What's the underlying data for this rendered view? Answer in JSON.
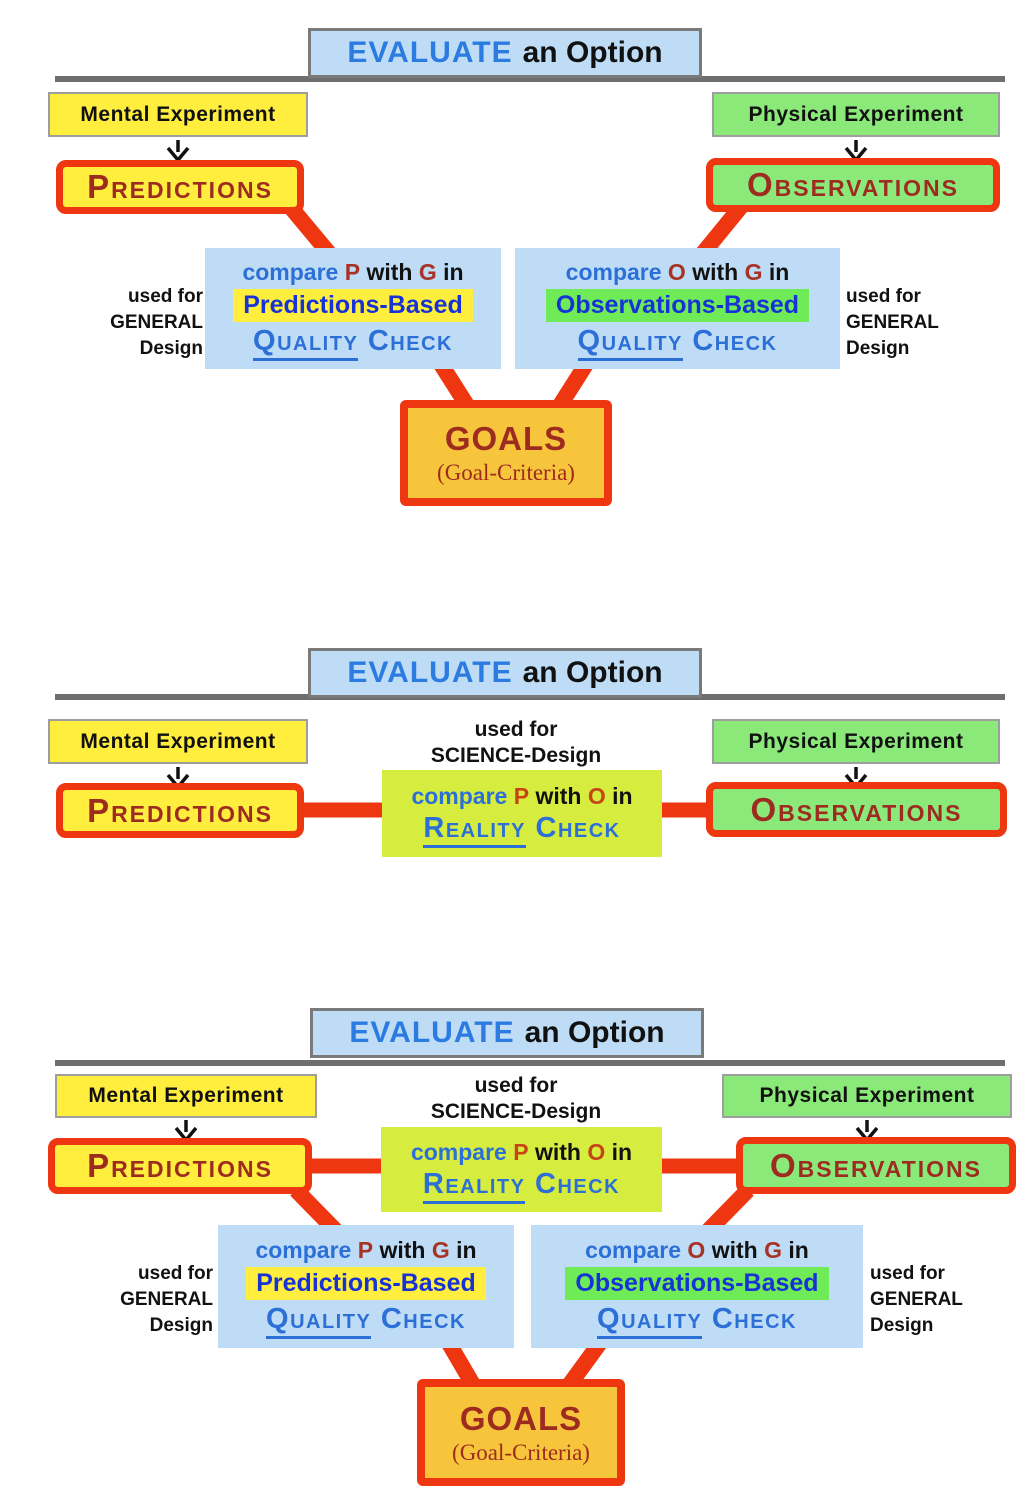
{
  "colors": {
    "yellow": "#ffee3e",
    "green": "#8be97a",
    "bright_green": "#6feb58",
    "light_blue": "#bedcf6",
    "lime": "#d6ec3e",
    "orange": "#f6c53c",
    "red": "#ee3611",
    "dark_red": "#9e2b20",
    "letter_red": "#a83226",
    "letter_orange": "#c64512",
    "blue": "#2c6fd6",
    "royal_blue": "#1733d6",
    "eval_blue": "#2b7be0",
    "black": "#111111",
    "gray_line": "#6e6e6e",
    "box_border_gray": "#9e9e9e"
  },
  "panel1": {
    "title": {
      "evaluate": "EVALUATE",
      "rest": "an Option"
    },
    "mental": "Mental Experiment",
    "physical": "Physical Experiment",
    "predictions": "Predictions",
    "observations": "Observations",
    "left_check": {
      "compare": "compare",
      "p": "P",
      "with": "with",
      "g": "G",
      "in": "in",
      "based": "Predictions-Based",
      "quality": "Quality",
      "check": "Check"
    },
    "right_check": {
      "compare": "compare",
      "o": "O",
      "with": "with",
      "g": "G",
      "in": "in",
      "based": "Observations-Based",
      "quality": "Quality",
      "check": "Check"
    },
    "used_left": {
      "l1": "used for",
      "l2": "GENERAL",
      "l3": "Design"
    },
    "used_right": {
      "l1": "used for",
      "l2": "GENERAL",
      "l3": "Design"
    },
    "goals": {
      "label": "GOALS",
      "sub": "(Goal-Criteria)"
    }
  },
  "panel2": {
    "title": {
      "evaluate": "EVALUATE",
      "rest": "an Option"
    },
    "mental": "Mental Experiment",
    "physical": "Physical Experiment",
    "science": {
      "l1": "used for",
      "l2": "SCIENCE-Design"
    },
    "predictions": "Predictions",
    "observations": "Observations",
    "reality": {
      "compare": "compare",
      "p": "P",
      "with": "with",
      "o": "O",
      "in": "in",
      "word": "Reality",
      "check": "Check"
    }
  },
  "panel3": {
    "title": {
      "evaluate": "EVALUATE",
      "rest": "an Option"
    },
    "mental": "Mental Experiment",
    "physical": "Physical Experiment",
    "science": {
      "l1": "used for",
      "l2": "SCIENCE-Design"
    },
    "predictions": "Predictions",
    "observations": "Observations",
    "reality": {
      "compare": "compare",
      "p": "P",
      "with": "with",
      "o": "O",
      "in": "in",
      "word": "Reality",
      "check": "Check"
    },
    "left_check": {
      "compare": "compare",
      "p": "P",
      "with": "with",
      "g": "G",
      "in": "in",
      "based": "Predictions-Based",
      "quality": "Quality",
      "check": "Check"
    },
    "right_check": {
      "compare": "compare",
      "o": "O",
      "with": "with",
      "g": "G",
      "in": "in",
      "based": "Observations-Based",
      "quality": "Quality",
      "check": "Check"
    },
    "used_left": {
      "l1": "used for",
      "l2": "GENERAL",
      "l3": "Design"
    },
    "used_right": {
      "l1": "used for",
      "l2": "GENERAL",
      "l3": "Design"
    },
    "goals": {
      "label": "GOALS",
      "sub": "(Goal-Criteria)"
    }
  }
}
